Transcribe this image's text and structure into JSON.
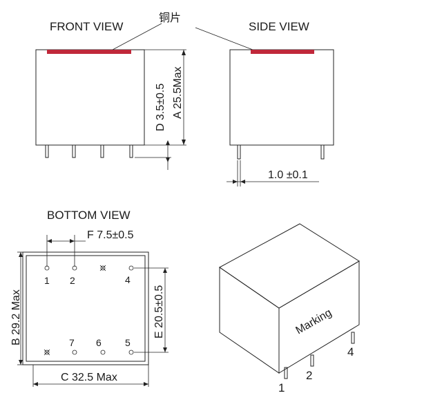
{
  "views": {
    "front": "FRONT VIEW",
    "side": "SIDE VIEW",
    "bottom": "BOTTOM VIEW"
  },
  "callout": "铜片",
  "dims": {
    "d": "D 3.5±0.5",
    "a": "A 25.5Max",
    "side_pin": "1.0 ±0.1",
    "f": "F 7.5±0.5",
    "b": "B 29.2 Max",
    "e": "E 20.5±0.5",
    "c": "C 32.5 Max"
  },
  "bottom_pins": {
    "p1": "1",
    "p2": "2",
    "p4": "4",
    "p7": "7",
    "p6": "6",
    "p5": "5"
  },
  "iso": {
    "marking": "Marking",
    "p1": "1",
    "p2": "2",
    "p4": "4"
  },
  "colors": {
    "copper_strip": "#c0283a",
    "lines": "#222222"
  }
}
